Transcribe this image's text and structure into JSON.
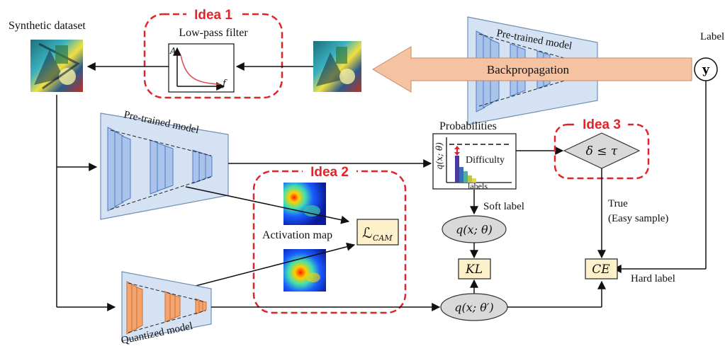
{
  "ideas": {
    "idea1": "Idea 1",
    "idea2": "Idea 2",
    "idea3": "Idea 3"
  },
  "labels": {
    "synthetic_dataset": "Synthetic dataset",
    "low_pass_filter": "Low-pass filter",
    "filter_axis_y": "A",
    "filter_axis_x": "f",
    "pretrained_model_top": "Pre-trained model",
    "pretrained_model_mid": "Pre-trained model",
    "label": "Label",
    "label_symbol": "y",
    "backpropagation": "Backpropagation",
    "probabilities": "Probabilities",
    "prob_axis_y": "q(x; θ)",
    "prob_axis_x": "labels",
    "difficulty": "Difficulty",
    "condition": "δ ≤ τ",
    "true_line1": "True",
    "true_line2": "(Easy sample)",
    "soft_label": "Soft label",
    "q_fp": "q(x; θ)",
    "q_quant": "q(x; θ′)",
    "kl": "KL",
    "ce": "CE",
    "hard_label": "Hard label",
    "activation_map": "Activation map",
    "cam_loss_main": "ℒ",
    "cam_loss_sub": "CAM",
    "quantized_model": "Quantized model"
  },
  "colors": {
    "idea_red": "#e0252a",
    "model_fill": "#d5e2f3",
    "layer_blue": "#6f9ad8",
    "layer_orange": "#f4a46c",
    "backprop_fill": "#f6c3a2",
    "box_fill": "#fdf1cc"
  }
}
